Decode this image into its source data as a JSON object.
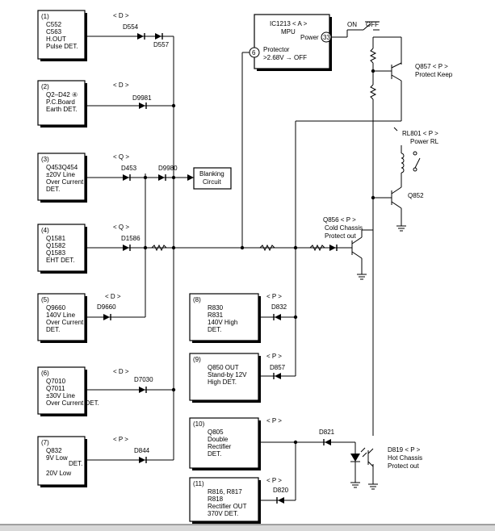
{
  "detectors": [
    {
      "num": "(1)",
      "lines": [
        "C552",
        "C563",
        "H.OUT",
        "Pulse DET."
      ],
      "tag": "< D >",
      "diode": "D554",
      "diode2": "D557"
    },
    {
      "num": "(2)",
      "lines": [
        "Q2–D42 ④",
        "P.C.Board",
        "Earth DET."
      ],
      "tag": "< D >",
      "diode": "D9981"
    },
    {
      "num": "(3)",
      "lines": [
        "Q453Q454",
        "±20V Line",
        "Over Current",
        "DET."
      ],
      "tag": "< Q >",
      "diode": "D453",
      "diode2": "D9980"
    },
    {
      "num": "(4)",
      "lines": [
        "Q1581",
        "Q1582",
        "Q1583",
        "EHT DET."
      ],
      "tag": "< Q >",
      "diode": "D1586"
    },
    {
      "num": "(5)",
      "lines": [
        "Q9660",
        "140V Line",
        "Over Current",
        "DET."
      ],
      "tag": "< D >",
      "diode": "D9660"
    },
    {
      "num": "(6)",
      "lines": [
        "Q7010",
        "Q7011",
        "±30V Line",
        "Over Current DET."
      ],
      "tag": "< D >",
      "diode": "D7030"
    },
    {
      "num": "(7)",
      "lines": [
        "Q832",
        "9V    Low",
        "DET.",
        "20V    Low"
      ],
      "tag": "< P >",
      "diode": "D844"
    }
  ],
  "right_detectors": [
    {
      "num": "(8)",
      "lines": [
        "R830",
        "R831",
        "140V High",
        "DET."
      ],
      "tag": "< P >",
      "diode": "D832"
    },
    {
      "num": "(9)",
      "lines": [
        "Q850 OUT",
        "Stand-by 12V",
        "High DET."
      ],
      "tag": "< P >",
      "diode": "D857"
    },
    {
      "num": "(10)",
      "lines": [
        "Q805",
        "Double",
        "Rectifier",
        "DET."
      ],
      "tag": "< P >",
      "diode": "D821"
    },
    {
      "num": "(11)",
      "lines": [
        "R816, R817",
        "R818",
        "Rectifier OUT",
        "370V DET."
      ],
      "tag": "< P >",
      "diode": "D820"
    }
  ],
  "mpu": {
    "title": "IC1213 < A >",
    "subtitle": "MPU",
    "power_label": "Power",
    "power_pin": "33",
    "protect_pin": "6",
    "protect_lines": [
      "Protector",
      ">2.68V → OFF"
    ]
  },
  "blanking": [
    "Blanking",
    "Circuit"
  ],
  "switch": {
    "on": "ON",
    "off": "OFF"
  },
  "transistors": {
    "q857": [
      "Q857 < P >",
      "Protect Keep"
    ],
    "rl801": [
      "RL801 < P >",
      "Power RL"
    ],
    "q852": "Q852",
    "q856": [
      "Q856 < P >",
      "Cold Chassis",
      "Protect out"
    ],
    "d819": [
      "D819 < P >",
      "Hot Chassis",
      "Protect out"
    ]
  }
}
